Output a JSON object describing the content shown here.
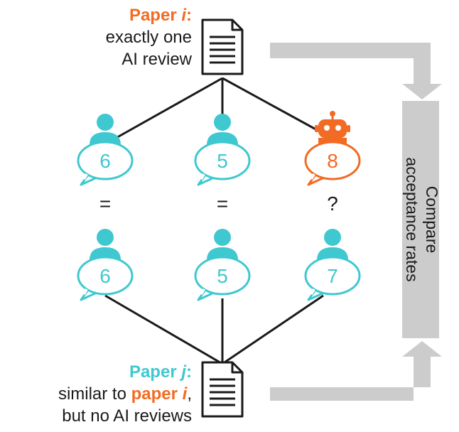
{
  "paper_i": {
    "label": "Paper",
    "index": "i",
    "line1": "exactly one",
    "line2": "AI review"
  },
  "paper_j": {
    "label": "Paper",
    "index": "j",
    "line1": "similar to",
    "ref_label": "paper",
    "ref_index": "i",
    "line2": "but no AI reviews"
  },
  "compare_box": {
    "line1": "Compare",
    "line2": "acceptance rates"
  },
  "top_reviews": [
    {
      "score": "6",
      "type": "human"
    },
    {
      "score": "5",
      "type": "human"
    },
    {
      "score": "8",
      "type": "ai"
    }
  ],
  "bottom_reviews": [
    {
      "score": "6",
      "type": "human"
    },
    {
      "score": "5",
      "type": "human"
    },
    {
      "score": "7",
      "type": "human"
    }
  ],
  "comparisons": [
    "=",
    "=",
    "?"
  ],
  "colors": {
    "orange": "#f26b24",
    "teal": "#3fc8cf",
    "gray": "#cccccc",
    "text": "#1a1a1a"
  },
  "icons": {
    "document": "document-icon",
    "human": "person-icon",
    "ai": "robot-icon",
    "bubble": "speech-bubble-icon"
  }
}
